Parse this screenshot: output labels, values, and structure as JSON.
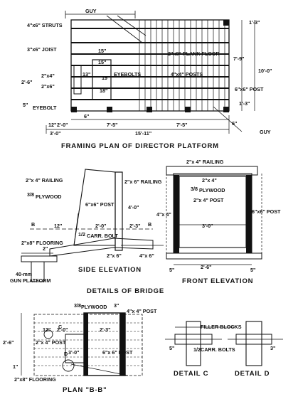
{
  "titles": {
    "framing": "FRAMING PLAN OF DIRECTOR PLATFORM",
    "bridge": "DETAILS OF BRIDGE",
    "side": "SIDE ELEVATION",
    "front": "FRONT ELEVATION",
    "plan": "PLAN \"B-B\"",
    "detail_c": "DETAIL C",
    "detail_d": "DETAIL D"
  },
  "framing": {
    "guy_top": "GUY",
    "struts": "4\"x6\" STRUTS",
    "joist": "3\"x6\" JOIST",
    "plank": "2\"x8\" PLANK FLOOR",
    "posts44": "4\"x4\" POSTS",
    "eyebolts": "EYEBOLTS",
    "eyebolt": "EYEBOLT",
    "post66": "6\"x6\" POST",
    "guy_bottom": "GUY",
    "d_1_3q": "1'-3\"",
    "d_7_9": "7'-9\"",
    "d_10_0": "10'-0\"",
    "d_1_3q_b": "1'-3\"",
    "d_6_5": "6\"",
    "d_2x4": "2\"x4\"",
    "d_2x6": "2\"x6\"",
    "d_2_6": "2'-6\"",
    "d_5_8": "5\"",
    "d_15_a": "15\"",
    "d_15_b": "15\"",
    "d_19": "19\"",
    "d_13": "13\"",
    "d_18": "18\"",
    "d_12": "12\"",
    "d_2_0": "2'-0\"",
    "d_3_0": "3'-0\"",
    "d_6h": "6\"",
    "d_7_5a": "7'-5\"",
    "d_7_5b": "7'-5\"",
    "d_15_11": "15'-11\""
  },
  "side": {
    "railing_left": "2\"x 4\" RAILING",
    "railing_right": "2\"x 6\" RAILING",
    "plywood": "PLYWOOD",
    "plywood_frac": "3/8",
    "post66": "6\"x6\" POST",
    "d_4_0": "4'-0\"",
    "b_left": "B",
    "b_right": "B",
    "d_12": "12\"",
    "d_2_0": "2'-0\"",
    "d_2_3": "2'-3\"",
    "carr_bolt": "CARR. BOLT",
    "carr_frac": "1/2",
    "flooring": "2\"x8\" FLOORING",
    "d_2": "2\"",
    "d_2x6": "2\"x 6\"",
    "d_4x6": "4\"x 6\"",
    "gun_1": "40-mm",
    "gun_2": "GUN PLATFORM"
  },
  "front": {
    "railing": "2\"x 4\" RAILING",
    "d_2x4": "2\"x 4\"",
    "plywood": "PLYWOOD",
    "plywood_frac": "3/8",
    "post24": "2\"x 4\" POST",
    "d_4x4": "4\"x 4\"",
    "post66": "6\"x6\" POST",
    "d_3_0": "3'-0\"",
    "d_2_6": "2'-6\"",
    "d_5_8a": "5\"",
    "d_5_8b": "5\""
  },
  "plan": {
    "plywood": "PLYWOOD",
    "plywood_frac": "3/8",
    "post44": "4\"x 4\" POST",
    "d_3_8": "3\"",
    "c": "C",
    "d": "D",
    "d_12": "12\"",
    "d_2_0": "2'-0\"",
    "d_2_3": "2'-3\"",
    "d_2_6": "2'-6\"",
    "post24": "2\"x 4\" POST",
    "d_3_0": "3'-0\"",
    "post66": "6\"x 6\" POST",
    "d_1_5": "1\"",
    "flooring": "2\"x8\" FLOORING"
  },
  "detail": {
    "filler": "FILLER BLOCKS",
    "carr": "CARR. BOLTS",
    "carr_frac": "1/2",
    "d_5_8": "5\"",
    "d_3_8": "3\""
  }
}
